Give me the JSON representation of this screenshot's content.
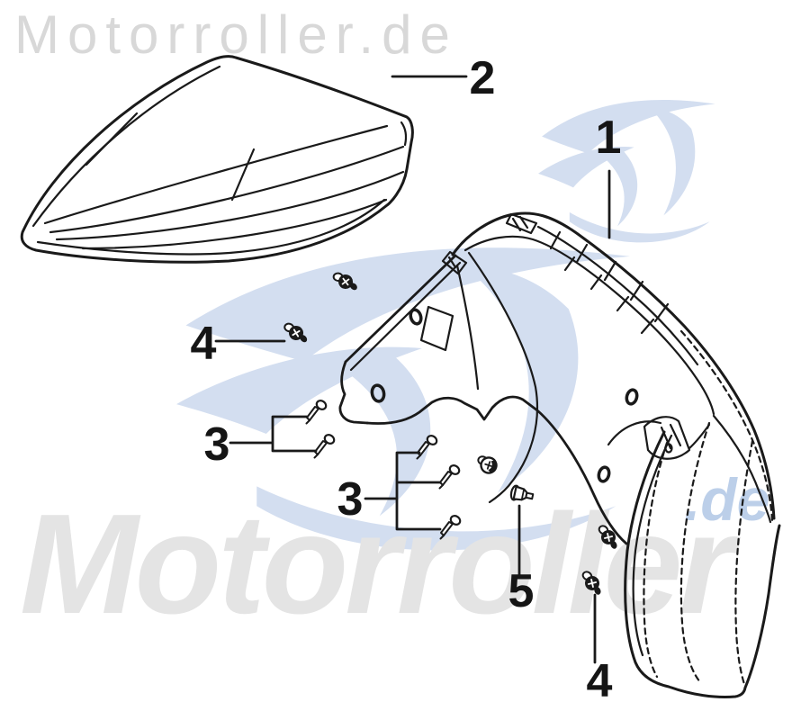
{
  "watermarks": {
    "header_brand": "Motorroller.de",
    "big_brand": "Motorroller",
    "domain_suffix": ".de"
  },
  "colors": {
    "line": "#1a1a1a",
    "header-text": "#d8d8d8",
    "big-text": "#e4e4e4",
    "suffix-text": "#bccfe9",
    "logo-blue": "#d3def0",
    "bg": "#ffffff"
  },
  "callouts": [
    {
      "label": "1"
    },
    {
      "label": "2"
    },
    {
      "label": "3"
    },
    {
      "label": "3"
    },
    {
      "label": "4"
    },
    {
      "label": "4"
    },
    {
      "label": "5"
    }
  ]
}
